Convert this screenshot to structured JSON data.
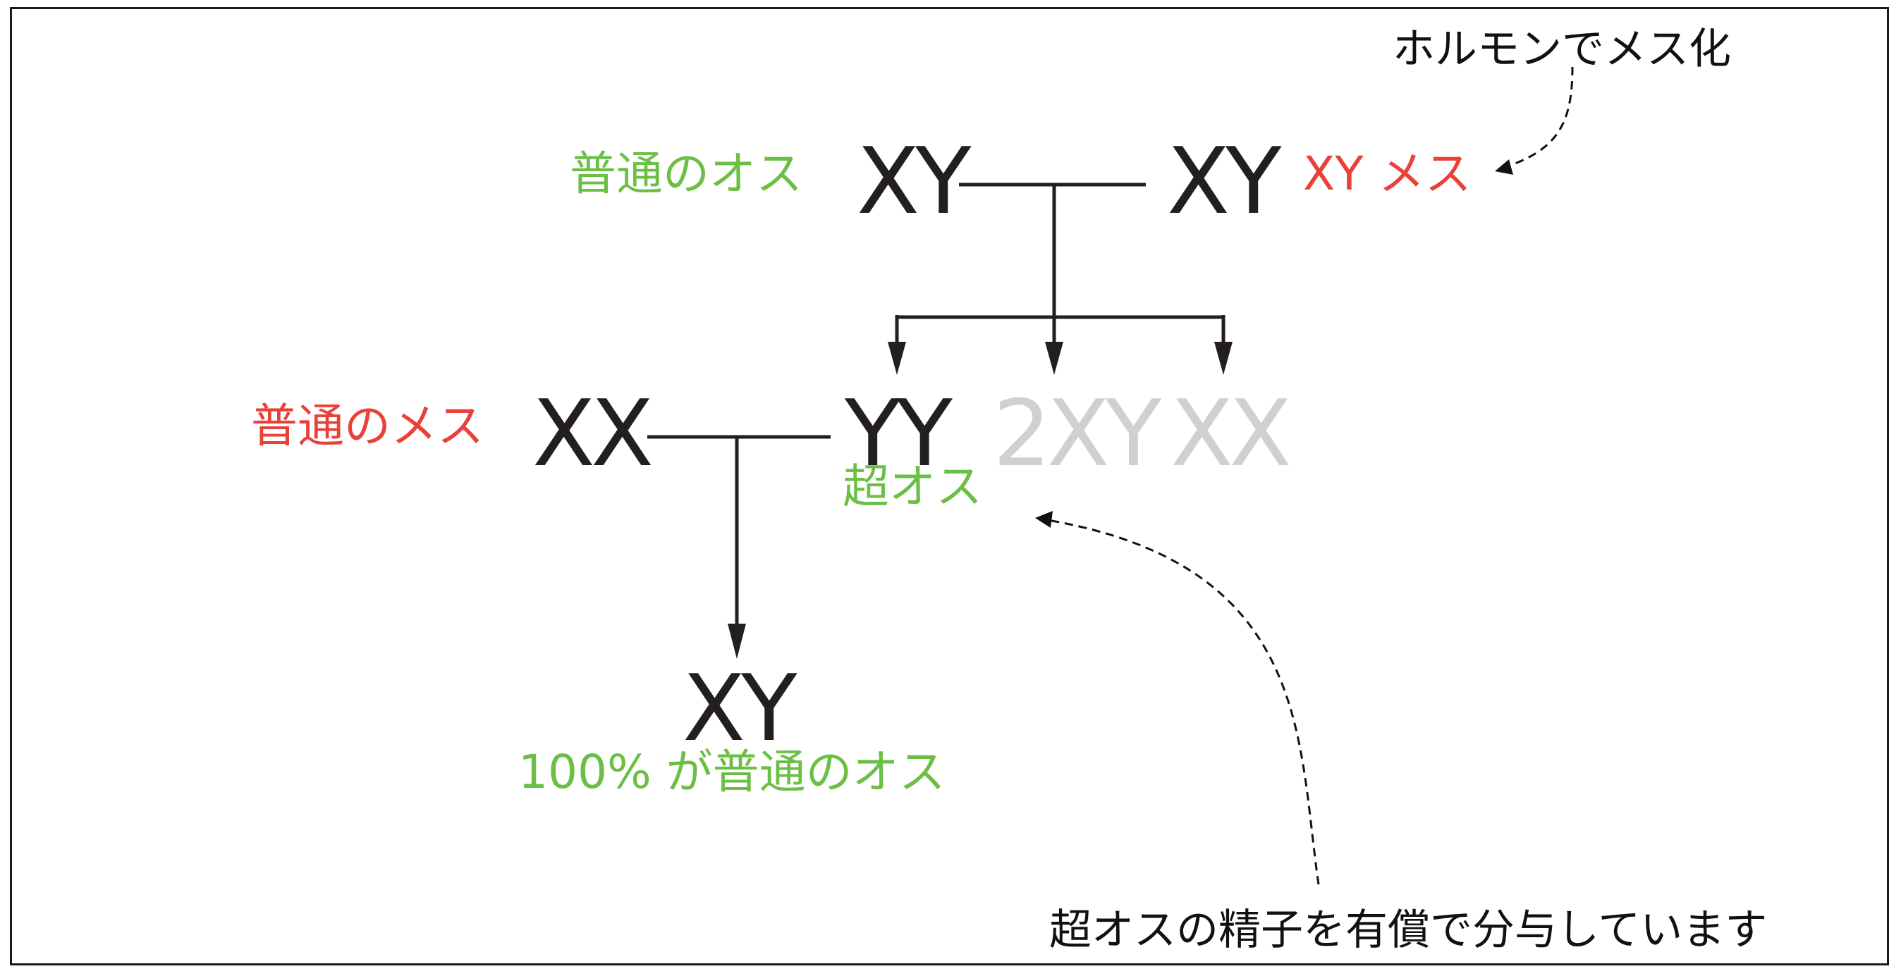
{
  "parents_gen1": {
    "father_label": "普通のオス",
    "father_genotype": "XY",
    "mother_genotype": "XY",
    "mother_label": "XY メス"
  },
  "hormone_note": "ホルモンでメス化",
  "offspring_gen1": {
    "yy_genotype": "YY",
    "yy_label": "超オス",
    "xy_faded": "2XY",
    "xx_faded": "XX"
  },
  "parents_gen2": {
    "female_label": "普通のメス",
    "female_genotype": "XX"
  },
  "offspring_gen2": {
    "genotype": "XY",
    "label": "100% が普通のオス"
  },
  "sperm_note": "超オスの精子を有償で分与しています",
  "colors": {
    "line": "#231f20",
    "green_label": "#6cbf45",
    "red_label": "#e8413a",
    "faded_genotype": "#d0d0d0",
    "border": "#1a1a1a"
  }
}
